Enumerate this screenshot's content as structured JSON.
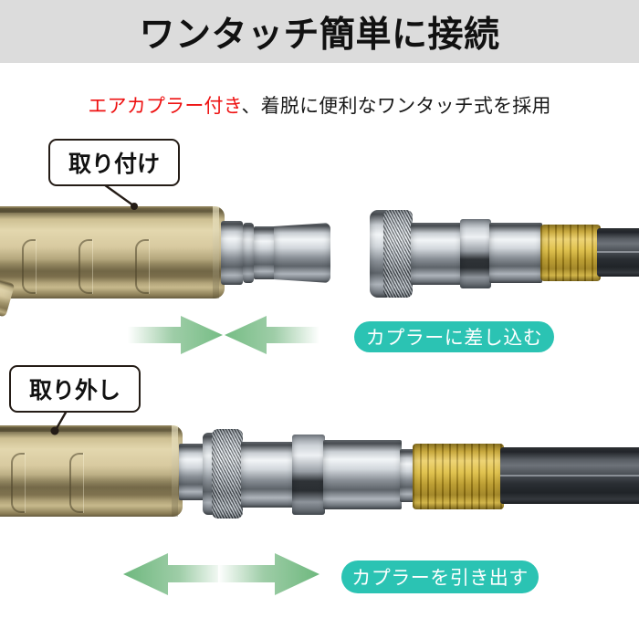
{
  "header": {
    "title": "ワンタッチ簡単に接続",
    "background_color": "#dcdcdc"
  },
  "subtitle": {
    "highlight_text": "エアカプラー付き",
    "highlight_color": "#ee1111",
    "rest_text": "、着脱に便利なワンタッチ式を採用"
  },
  "callouts": [
    {
      "id": "attach",
      "label": "取り付け"
    },
    {
      "id": "detach",
      "label": "取り外し"
    }
  ],
  "steps": [
    {
      "id": "insert",
      "badge_label": "カプラーに差し込む",
      "badge_color": "#2bc3b3",
      "arrow_direction": "converging",
      "arrow_color": "#7dc08a"
    },
    {
      "id": "pull",
      "badge_label": "カプラーを引き出す",
      "badge_color": "#2bc3b3",
      "arrow_direction": "diverging",
      "arrow_color": "#7dc08a"
    }
  ],
  "photos": {
    "top_row": {
      "description": "disconnected",
      "parts": [
        {
          "name": "brass-tool-body",
          "material": "brass",
          "color": "#d8caa0"
        },
        {
          "name": "chrome-plug-nipple",
          "material": "chrome",
          "color": "#c9ced3"
        },
        {
          "name": "chrome-quick-coupler",
          "material": "chrome",
          "color": "#d2d7dc"
        },
        {
          "name": "knurled-release-collar",
          "material": "chrome",
          "color": "#b9bfc6"
        },
        {
          "name": "hex-nut",
          "material": "chrome",
          "color": "#9aa0a7"
        },
        {
          "name": "brass-hose-ferrule",
          "material": "brass",
          "color": "#d8b942"
        },
        {
          "name": "rubber-air-hose",
          "material": "rubber",
          "color": "#2a2e33"
        }
      ]
    },
    "bottom_row": {
      "description": "connected",
      "parts": [
        {
          "name": "brass-tool-body",
          "material": "brass",
          "color": "#d8caa0"
        },
        {
          "name": "chrome-quick-coupler",
          "material": "chrome",
          "color": "#d2d7dc"
        },
        {
          "name": "knurled-release-collar",
          "material": "chrome",
          "color": "#b9bfc6"
        },
        {
          "name": "hex-nut",
          "material": "chrome",
          "color": "#9aa0a7"
        },
        {
          "name": "brass-hose-ferrule",
          "material": "brass",
          "color": "#d8b942"
        },
        {
          "name": "rubber-air-hose",
          "material": "rubber",
          "color": "#2a2e33"
        }
      ]
    }
  }
}
